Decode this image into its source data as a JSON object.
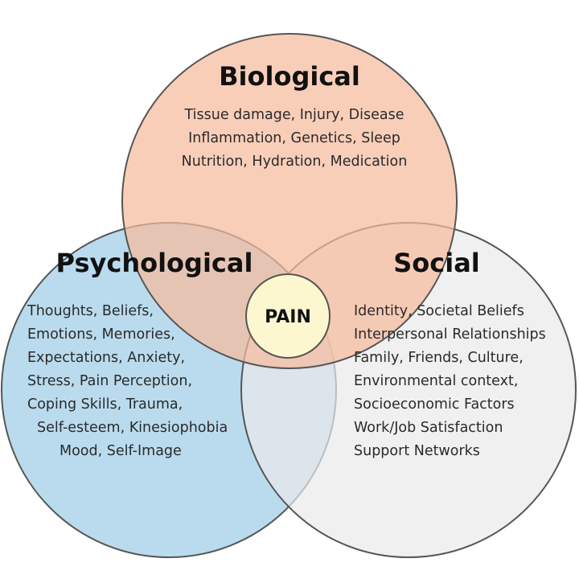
{
  "diagram": {
    "colors": {
      "biological": "#f7bb9e",
      "psychological": "#a9d2ea",
      "social": "#e9e9e9",
      "center": "#fdf7cf",
      "outline": "#555555"
    },
    "center": {
      "label": "PAIN"
    },
    "biological": {
      "title": "Biological",
      "lines": [
        "Tissue damage, Injury, Disease",
        "Inflammation, Genetics, Sleep",
        "Nutrition, Hydration, Medication"
      ]
    },
    "psychological": {
      "title": "Psychological",
      "lines": [
        "Thoughts, Beliefs,",
        "Emotions, Memories,",
        "Expectations, Anxiety,",
        "Stress, Pain Perception,",
        "Coping Skills, Trauma,",
        "Self-esteem, Kinesiophobia",
        "Mood, Self-Image"
      ]
    },
    "social": {
      "title": "Social",
      "lines": [
        "Identity, Societal Beliefs",
        "Interpersonal Relationships",
        "Family, Friends, Culture,",
        "Environmental context,",
        "Socioeconomic Factors",
        "Work/Job Satisfaction",
        "Support Networks"
      ]
    }
  }
}
